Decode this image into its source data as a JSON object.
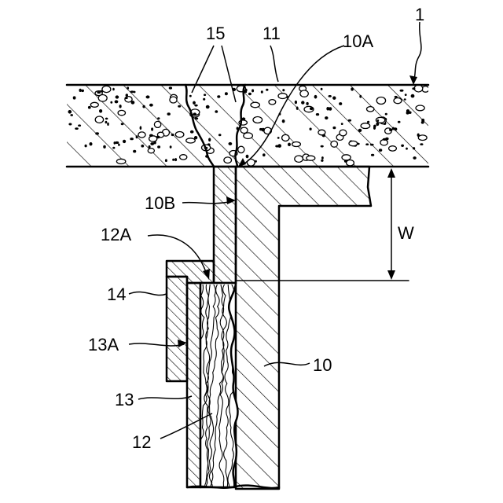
{
  "labels": {
    "l1": "1",
    "l15": "15",
    "l11": "11",
    "l10a": "10A",
    "l10b": "10B",
    "l12a": "12A",
    "lw": "W",
    "l14": "14",
    "l13a": "13A",
    "l10": "10",
    "l13": "13",
    "l12": "12"
  }
}
